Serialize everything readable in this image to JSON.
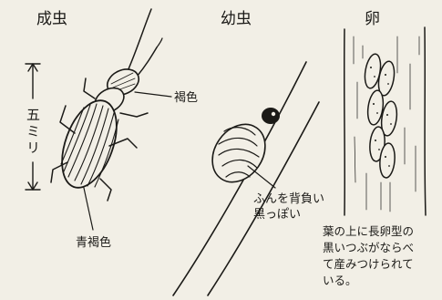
{
  "sections": {
    "adult": {
      "title": "成虫",
      "size_label": "五ミリ",
      "head_color_label": "褐色",
      "body_color_label": "青褐色"
    },
    "larva": {
      "title": "幼虫",
      "note_lines": [
        "ふんを背負い",
        "黒っぽい"
      ]
    },
    "egg": {
      "title": "卵",
      "note_lines": [
        "葉の上に長卵型の",
        "黒いつぶがならべ",
        "て産みつけられて",
        "いる。"
      ]
    }
  }
}
